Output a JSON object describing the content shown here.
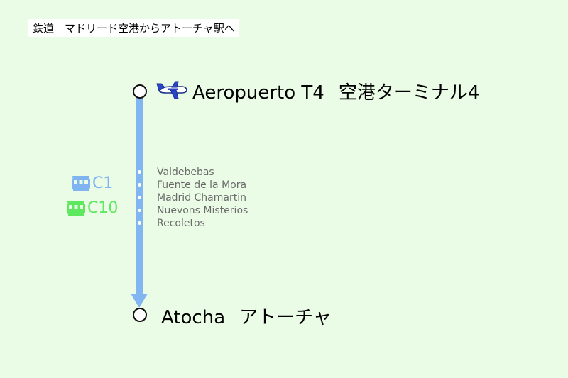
{
  "header": {
    "title": "鉄道　マドリード空港からアトーチャ駅へ"
  },
  "route": {
    "origin": {
      "name": "Aeropuerto T4",
      "name_ja": "空港ターミナル4",
      "icon": "airplane-icon"
    },
    "destination": {
      "name": "Atocha",
      "name_ja": "アトーチャ"
    },
    "intermediate_stops": [
      "Valdebebas",
      "Fuente de la Mora",
      "Madrid Chamartin",
      "Nuevons Misterios",
      "Recoletos"
    ],
    "lines": [
      {
        "code": "C1",
        "color": "#7fb4f0",
        "icon": "train-icon"
      },
      {
        "code": "C10",
        "color": "#5ee85e",
        "icon": "train-icon"
      }
    ],
    "line_color": "#82b6f2"
  }
}
